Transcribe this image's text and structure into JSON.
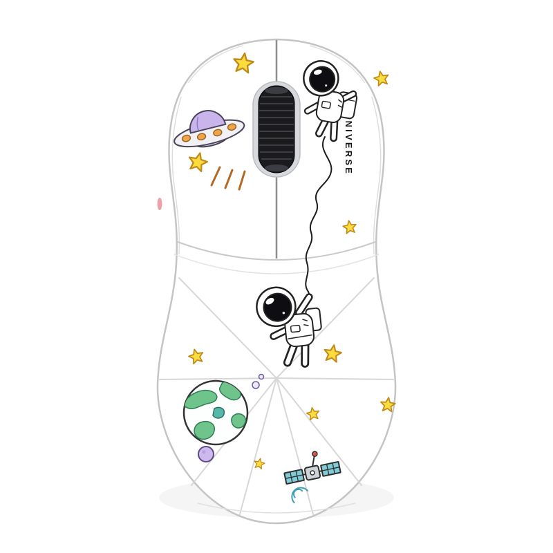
{
  "scene": {
    "type": "product-photo",
    "subject": "White wireless mouse covered with a cartoon outer-space doodle decal skin",
    "background_color": "#ffffff"
  },
  "mouse": {
    "body_color": "#ffffff",
    "outline_color": "#c4c4c4",
    "seam_color": "#d7d7d7",
    "split_line_color": "#8b8f92",
    "scroll_wheel": {
      "color": "#1b1b1e",
      "ridge_color": "#3d3d44",
      "recess_color": "#d7d9dc"
    },
    "side_accent_color": "#e8919e"
  },
  "decals": {
    "tether_label": "UNIVERSE",
    "star": {
      "fill": "#fbdc3f",
      "outline": "#c08a18",
      "count": 9
    },
    "ufo": {
      "dome_color": "#c9b5ec",
      "saucer_color": "#f1f1f5",
      "cap_color": "#e3e3ec",
      "dot_color": "#f0a44a",
      "trail_color": "#b06a24"
    },
    "astronauts": {
      "suit_color": "#ffffff",
      "visor_color": "#0e0e12",
      "count": 2
    },
    "earth": {
      "land_color": "#6fc48b",
      "accent_land_color": "#56b8a8",
      "outline_color": "#333333",
      "bubble_color": "#efe9fb"
    },
    "moon": {
      "color": "#cdb9ee"
    },
    "satellite": {
      "panel_color": "#7fccd6",
      "body_color": "#cdd3d8",
      "beacon_color": "#e2574c",
      "signal_color": "#3f9db4"
    }
  }
}
